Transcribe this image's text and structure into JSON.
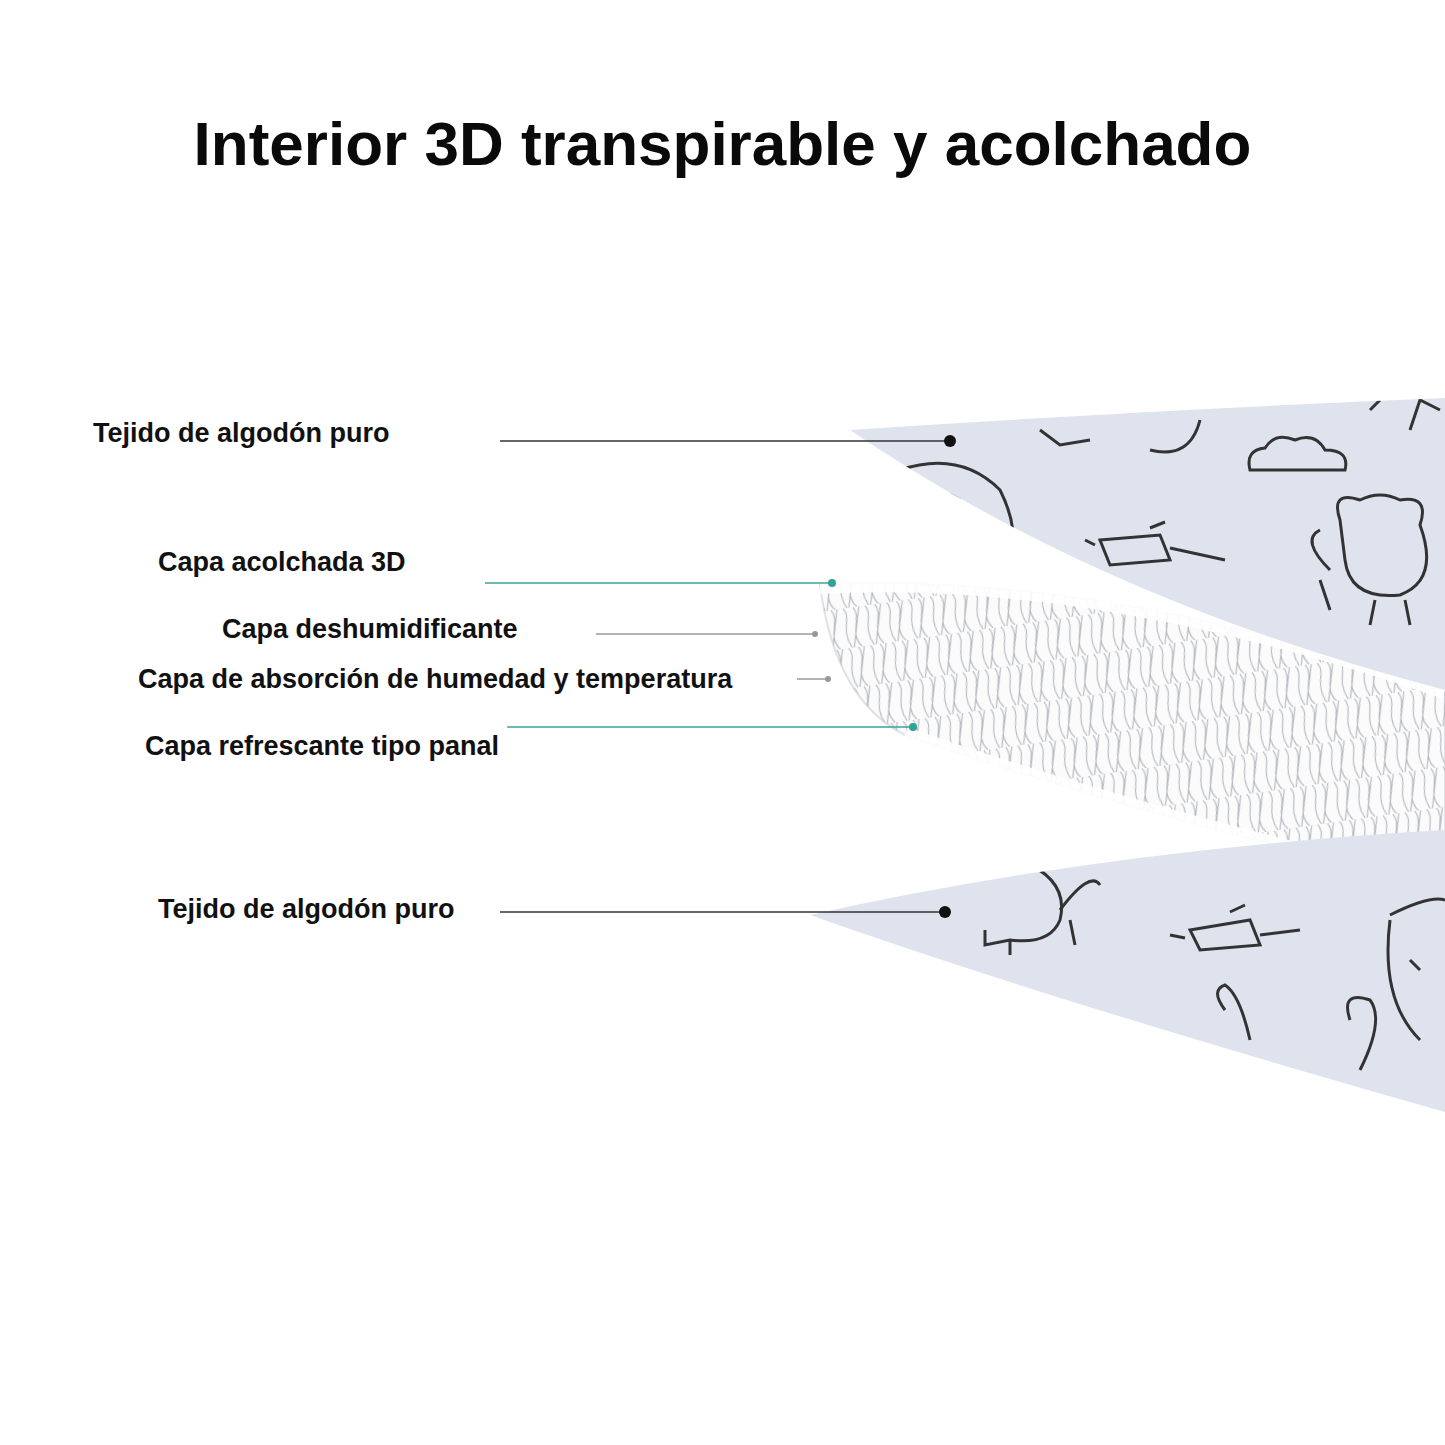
{
  "diagram": {
    "title": "Interior 3D transpirable y acolchado",
    "labels": [
      "Tejido de algodón puro",
      "Capa acolchada 3D",
      "Capa deshumidificante",
      "Capa de absorción de humedad y temperatura",
      "Capa refrescante tipo panal",
      "Tejido de algodón puro"
    ]
  }
}
